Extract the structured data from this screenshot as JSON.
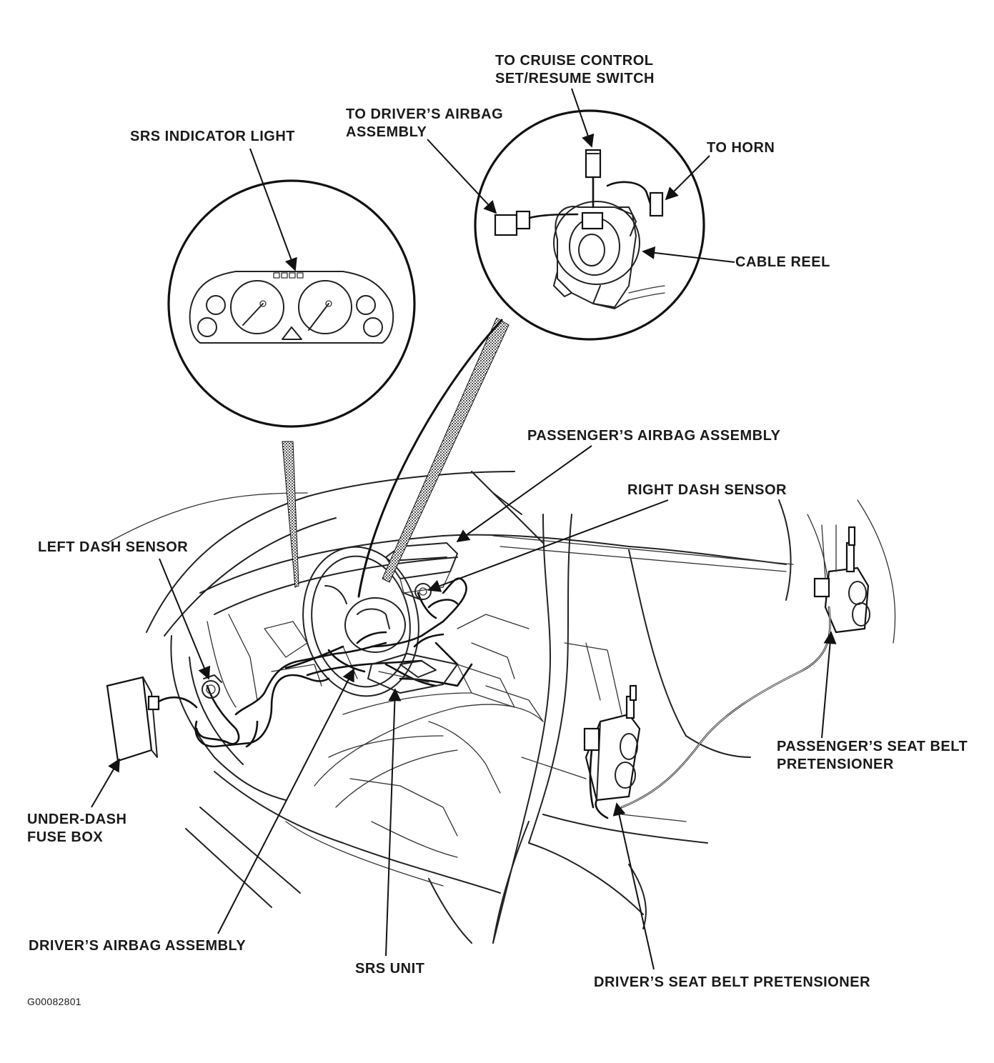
{
  "labels": {
    "srs_indicator_light": "SRS INDICATOR LIGHT",
    "to_drivers_airbag_line1": "TO DRIVER’S AIRBAG",
    "to_drivers_airbag_line2": "ASSEMBLY",
    "to_cruise_line1": "TO CRUISE CONTROL",
    "to_cruise_line2": "SET/RESUME SWITCH",
    "to_horn": "TO HORN",
    "cable_reel": "CABLE REEL",
    "passengers_airbag": "PASSENGER’S AIRBAG ASSEMBLY",
    "right_dash_sensor": "RIGHT DASH SENSOR",
    "left_dash_sensor": "LEFT DASH SENSOR",
    "under_dash_line1": "UNDER-DASH",
    "under_dash_line2": "FUSE BOX",
    "passengers_pretensioner_line1": "PASSENGER’S SEAT BELT",
    "passengers_pretensioner_line2": "PRETENSIONER",
    "drivers_airbag": "DRIVER’S AIRBAG ASSEMBLY",
    "srs_unit": "SRS UNIT",
    "drivers_pretensioner": "DRIVER’S SEAT BELT PRETENSIONER"
  },
  "figure_code": "G00082801",
  "colors": {
    "ink": "#111111",
    "paper": "#ffffff"
  }
}
